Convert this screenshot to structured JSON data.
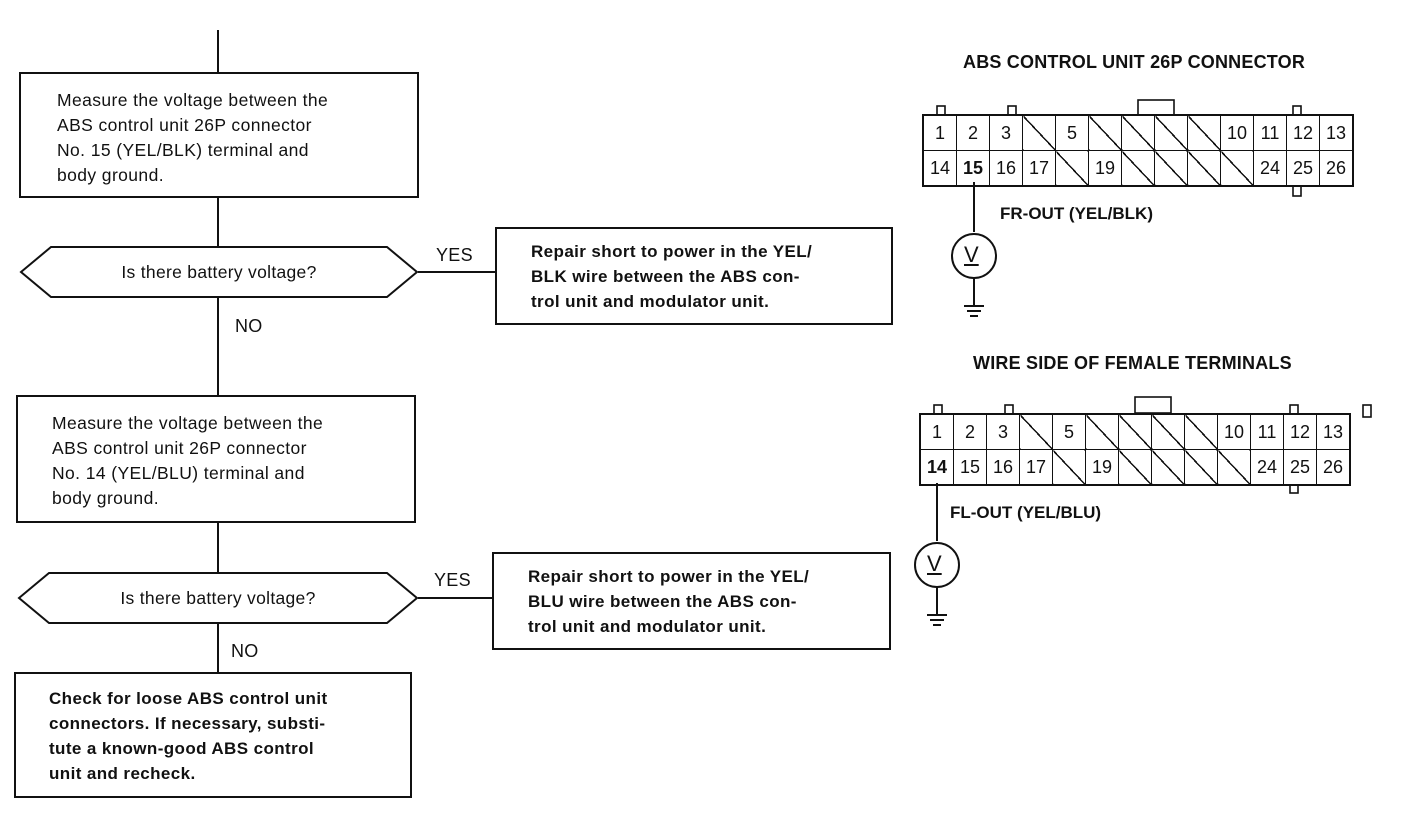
{
  "flowchart": {
    "step1": {
      "lines": [
        "Measure the voltage between the",
        "ABS control unit 26P connector",
        "No. 15 (YEL/BLK) terminal and",
        "body ground."
      ]
    },
    "decision1": {
      "question": "Is there battery voltage?",
      "yes_label": "YES",
      "no_label": "NO"
    },
    "result1": {
      "lines": [
        "Repair short to power in the YEL/",
        "BLK wire between the ABS con-",
        "trol unit and modulator unit."
      ]
    },
    "step2": {
      "lines": [
        "Measure the voltage between the",
        "ABS control unit 26P connector",
        "No. 14 (YEL/BLU) terminal and",
        "body ground."
      ]
    },
    "decision2": {
      "question": "Is there battery voltage?",
      "yes_label": "YES",
      "no_label": "NO"
    },
    "result2": {
      "lines": [
        "Repair short to power in the YEL/",
        "BLU wire between the ABS con-",
        "trol unit and modulator unit."
      ]
    },
    "final": {
      "lines": [
        "Check for loose ABS control unit",
        "connectors. If necessary, substi-",
        "tute a known-good ABS control",
        "unit and recheck."
      ]
    }
  },
  "connector_diagram": {
    "title": "ABS CONTROL UNIT 26P CONNECTOR",
    "subtitle": "WIRE SIDE OF FEMALE TERMINALS",
    "rows": [
      [
        "1",
        "2",
        "3",
        "",
        "5",
        "",
        "",
        "",
        "",
        "10",
        "11",
        "12",
        "13"
      ],
      [
        "14",
        "15",
        "16",
        "17",
        "",
        "19",
        "",
        "",
        "",
        "",
        "24",
        "25",
        "26"
      ]
    ],
    "top_connector": {
      "highlighted_terminal": "15",
      "probe_label": "FR-OUT (YEL/BLK)"
    },
    "bottom_connector": {
      "highlighted_terminal": "14",
      "probe_label": "FL-OUT (YEL/BLU)"
    },
    "meter_symbol": "V"
  }
}
